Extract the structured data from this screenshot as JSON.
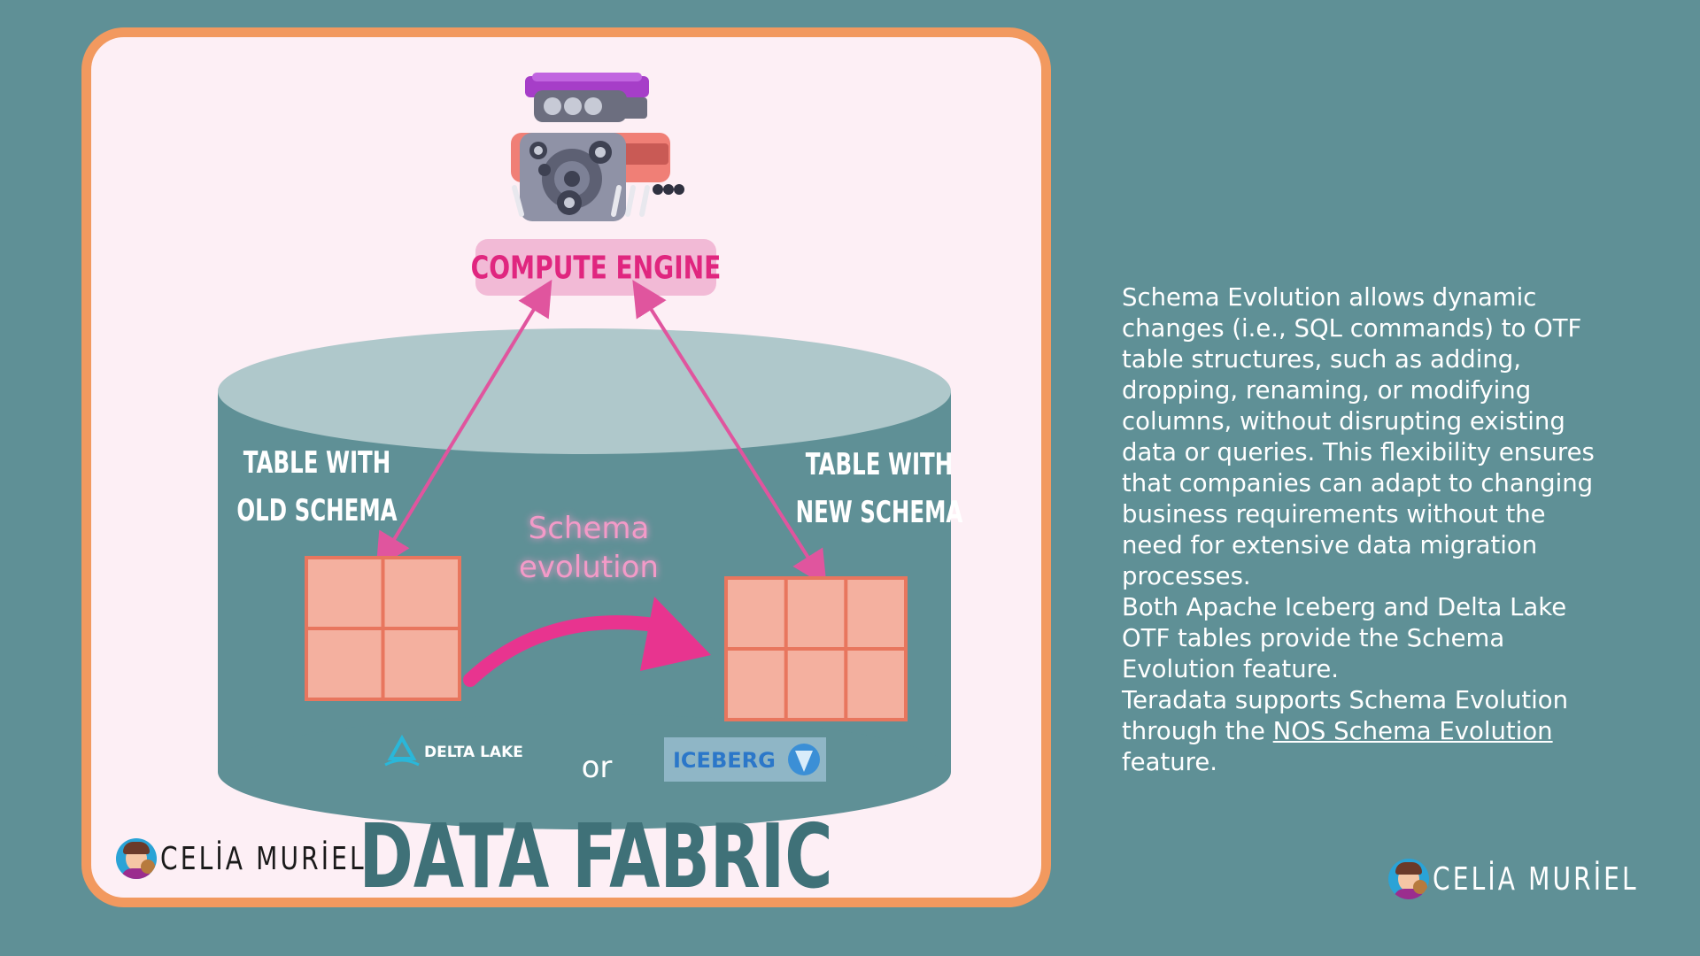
{
  "diagram": {
    "compute_engine_label": "COMPUTE ENGINE",
    "old_table_label_line1": "TABLE WITH",
    "old_table_label_line2": "OLD SCHEMA",
    "new_table_label_line1": "TABLE WITH",
    "new_table_label_line2": "NEW SCHEMA",
    "evolution_label_line1": "Schema",
    "evolution_label_line2": "evolution",
    "delta_lake_label": "DELTA LAKE",
    "iceberg_label": "ICEBERG",
    "or_label": "or",
    "data_fabric_title": "DATA FABRIC",
    "old_table": {
      "rows": 2,
      "cols": 2
    },
    "new_table": {
      "rows": 2,
      "cols": 3
    }
  },
  "description": {
    "paragraph1": "Schema Evolution allows dynamic changes (i.e., SQL commands) to OTF table structures, such as adding, dropping, renaming, or modifying columns, without disrupting existing data or queries. This flexibility ensures that companies can adapt to changing business requirements without the need for extensive data migration processes.",
    "paragraph2": "Both Apache Iceberg and Delta Lake OTF tables provide the Schema Evolution feature.",
    "paragraph3_before": "Teradata supports Schema Evolution through the ",
    "paragraph3_link": "NOS Schema Evolution",
    "paragraph3_after": " feature."
  },
  "branding": {
    "name": "CELİA MURİEL"
  },
  "colors": {
    "background": "#5f9096",
    "card_fill": "#fdeff5",
    "card_border": "#f2995f",
    "cylinder_top": "#afc8cb",
    "cylinder_body": "#5f9096",
    "table_fill": "#f4b09f",
    "table_stroke": "#e8765e",
    "accent_pink": "#e8348f",
    "label_pink": "#f2bad6",
    "title_teal": "#3f7178"
  }
}
